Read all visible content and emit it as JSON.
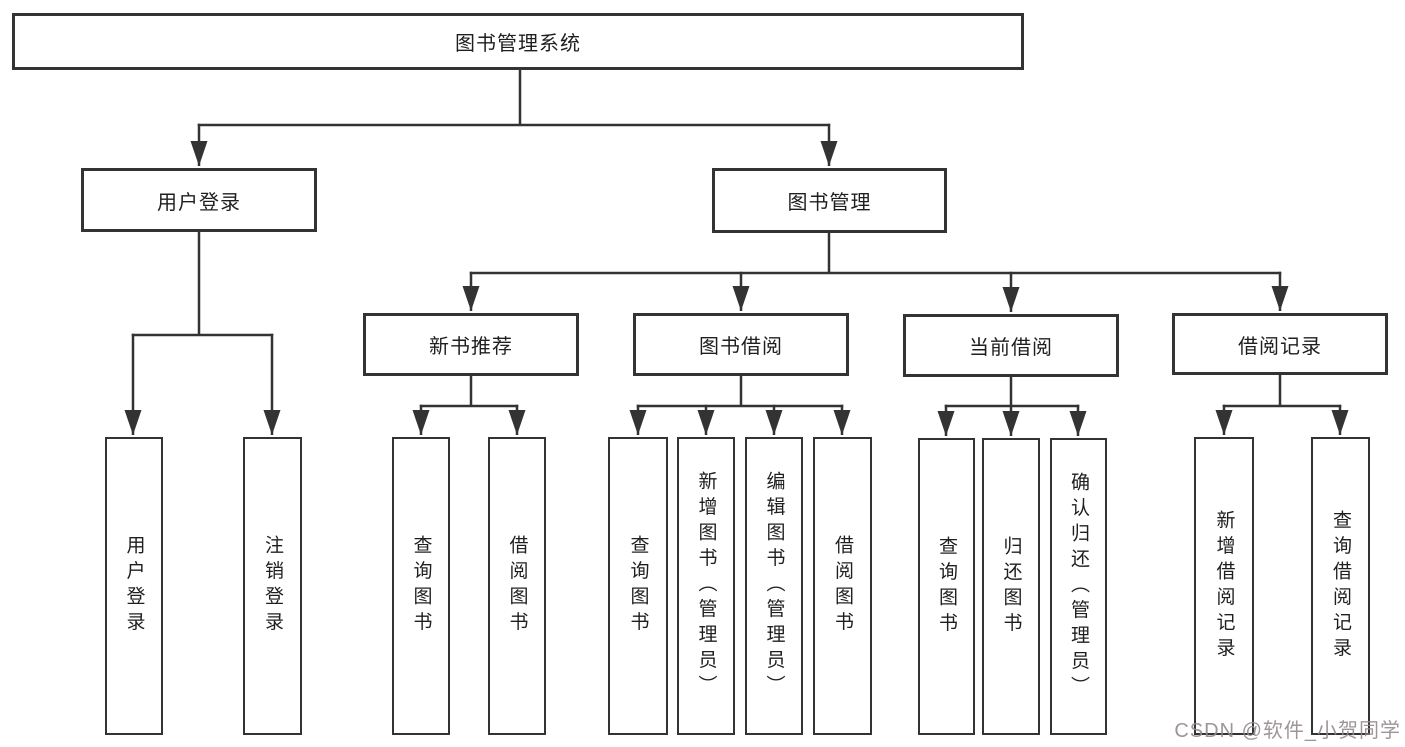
{
  "diagram": {
    "root": "图书管理系统",
    "level2": {
      "user_login": "用户登录",
      "book_mgmt": "图书管理"
    },
    "level3": {
      "new_book_rec": "新书推荐",
      "book_borrow": "图书借阅",
      "current_borrow": "当前借阅",
      "borrow_records": "借阅记录"
    },
    "leaves": [
      {
        "label": "用户登录"
      },
      {
        "label": "注销登录"
      },
      {
        "label": "查询图书"
      },
      {
        "label": "借阅图书"
      },
      {
        "label": "查询图书"
      },
      {
        "label": "新增图书（管理员）"
      },
      {
        "label": "编辑图书（管理员）"
      },
      {
        "label": "借阅图书"
      },
      {
        "label": "查询图书"
      },
      {
        "label": "归还图书"
      },
      {
        "label": "确认归还（管理员）"
      },
      {
        "label": "新增借阅记录"
      },
      {
        "label": "查询借阅记录"
      }
    ]
  },
  "watermark": "CSDN @软件_小贺同学",
  "colors": {
    "line": "#333333",
    "text": "#1f1f1f",
    "background": "#ffffff",
    "watermark": "#948a8c"
  }
}
